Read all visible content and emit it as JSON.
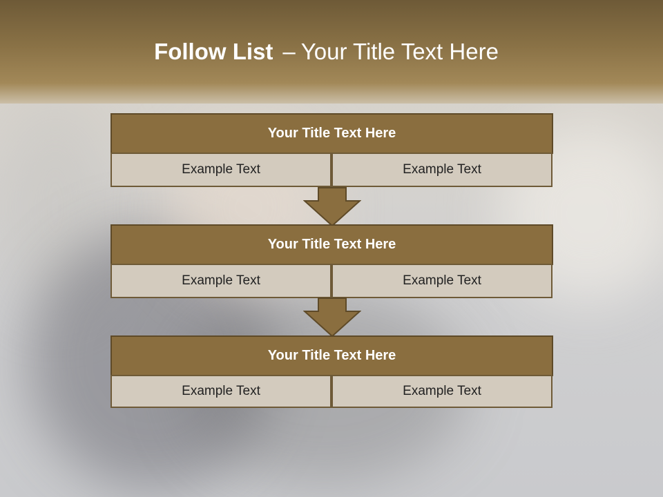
{
  "slide": {
    "title_strong": "Follow List",
    "title_dash": "–",
    "title_rest": "Your Title Text Here"
  },
  "colors": {
    "header_band": "#8a7246",
    "box_title_fill": "#8a6e3f",
    "box_border": "#5e4a28",
    "cell_fill": "#d3cbbe",
    "arrow_fill": "#8a6e3f"
  },
  "steps": [
    {
      "title": "Your Title Text Here",
      "left": "Example Text",
      "right": "Example Text"
    },
    {
      "title": "Your Title Text Here",
      "left": "Example Text",
      "right": "Example Text"
    },
    {
      "title": "Your Title Text Here",
      "left": "Example Text",
      "right": "Example Text"
    }
  ],
  "connectors": [
    {
      "icon": "down-arrow-icon"
    },
    {
      "icon": "down-arrow-icon"
    }
  ]
}
